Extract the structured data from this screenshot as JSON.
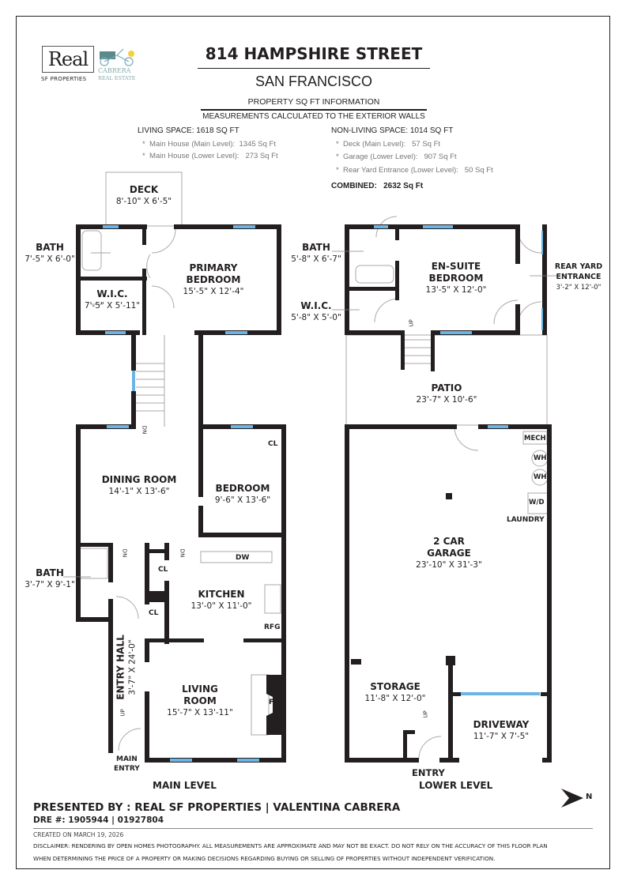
{
  "header": {
    "logo_real": "Real",
    "logo_sub": "SF PROPERTIES",
    "logo_cabrera": "CABRERA",
    "logo_cabrera_sub": "REAL ESTATE",
    "address": "814 HAMPSHIRE STREET",
    "city": "SAN FRANCISCO",
    "info_title": "PROPERTY SQ FT INFORMATION",
    "info_note": "MEASUREMENTS CALCULATED TO THE EXTERIOR WALLS"
  },
  "sqft": {
    "living_title": "LIVING SPACE: 1618 SQ FT",
    "living_items": [
      {
        "label": "Main House (Main Level):",
        "value": "1345 Sq Ft"
      },
      {
        "label": "Main House (Lower Level):",
        "value": "273 Sq Ft"
      }
    ],
    "nonliving_title": "NON-LIVING SPACE: 1014 SQ FT",
    "nonliving_items": [
      {
        "label": "Deck (Main Level):",
        "value": "57 Sq Ft"
      },
      {
        "label": "Garage (Lower Level):",
        "value": "907 Sq Ft"
      },
      {
        "label": "Rear Yard Entrance (Lower Level):",
        "value": "50 Sq Ft"
      }
    ],
    "combined_label": "COMBINED:",
    "combined_value": "2632  Sq Ft"
  },
  "main_level": {
    "label": "MAIN LEVEL",
    "rooms": [
      {
        "name": "DECK",
        "dim": "8'-10\" X 6'-5\""
      },
      {
        "name": "BATH",
        "dim": "7'-5\" X 6'-0\""
      },
      {
        "name": "PRIMARY\nBEDROOM",
        "dim": "15'-5\" X 12'-4\""
      },
      {
        "name": "W.I.C.",
        "dim": "7'-5\" X 5'-11\""
      },
      {
        "name": "DINING ROOM",
        "dim": "14'-1\" X 13'-6\""
      },
      {
        "name": "BEDROOM",
        "dim": "9'-6\" X 13'-6\""
      },
      {
        "name": "BATH",
        "dim": "3'-7\" X 9'-1\""
      },
      {
        "name": "KITCHEN",
        "dim": "13'-0\" X 11'-0\""
      },
      {
        "name": "ENTRY HALL",
        "dim": "3'-7\" X 24'-0\""
      },
      {
        "name": "LIVING\nROOM",
        "dim": "15'-7\" X 13'-11\""
      }
    ],
    "tags": [
      "CL",
      "CL",
      "CL",
      "DW",
      "RFG",
      "FP",
      "DN",
      "DN",
      "DN",
      "UP",
      "MAIN\nENTRY"
    ]
  },
  "lower_level": {
    "label": "LOWER LEVEL",
    "rooms": [
      {
        "name": "BATH",
        "dim": "5'-8\" X 6'-7\""
      },
      {
        "name": "EN-SUITE\nBEDROOM",
        "dim": "13'-5\" X 12'-0\""
      },
      {
        "name": "REAR YARD\nENTRANCE",
        "dim": "3'-2\" X 12'-0\""
      },
      {
        "name": "W.I.C.",
        "dim": "5'-8\" X 5'-0\""
      },
      {
        "name": "PATIO",
        "dim": "23'-7\" X 10'-6\""
      },
      {
        "name": "2 CAR\nGARAGE",
        "dim": "23'-10\" X 31'-3\""
      },
      {
        "name": "STORAGE",
        "dim": "11'-8\" X 12'-0\""
      },
      {
        "name": "DRIVEWAY",
        "dim": "11'-7\" X 7'-5\""
      }
    ],
    "tags": [
      "MECH",
      "WH",
      "WH",
      "W/D",
      "LAUNDRY",
      "UP",
      "UP",
      "ENTRY"
    ]
  },
  "compass": {
    "icon": "north-arrow-icon",
    "label": "N"
  },
  "footer": {
    "presented": "PRESENTED BY : REAL SF PROPERTIES | VALENTINA CABRERA",
    "dre": "DRE #: 1905944 | 01927804",
    "created": "CREATED ON MARCH 19, 2026",
    "disclaimer_1": "DISCLAIMER: RENDERING BY OPEN HOMES PHOTOGRAPHY. ALL MEASUREMENTS ARE APPROXIMATE AND MAY NOT BE EXACT. DO NOT RELY ON THE ACCURACY OF THIS FLOOR PLAN",
    "disclaimer_2": "WHEN DETERMINING THE PRICE OF A PROPERTY OR MAKING DECISIONS REGARDING BUYING OR SELLING OF PROPERTIES WITHOUT INDEPENDENT VERIFICATION."
  },
  "colors": {
    "wall": "#231f20",
    "window": "#6cb4e4",
    "fixture": "#aaaaaa"
  }
}
